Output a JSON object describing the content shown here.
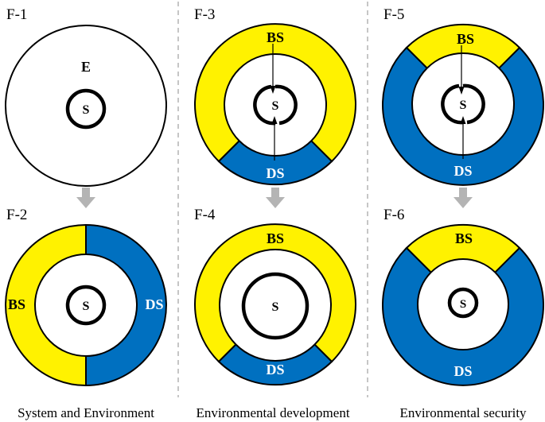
{
  "panels": {
    "f1": {
      "label": "F-1",
      "env": "E",
      "system": "S"
    },
    "f2": {
      "label": "F-2",
      "bs": "BS",
      "ds": "DS",
      "system": "S"
    },
    "f3": {
      "label": "F-3",
      "bs": "BS",
      "ds": "DS",
      "system": "S"
    },
    "f4": {
      "label": "F-4",
      "bs": "BS",
      "ds": "DS",
      "system": "S"
    },
    "f5": {
      "label": "F-5",
      "bs": "BS",
      "ds": "DS",
      "system": "S"
    },
    "f6": {
      "label": "F-6",
      "bs": "BS",
      "ds": "DS",
      "system": "S"
    }
  },
  "captions": {
    "col1": "System and Environment",
    "col2": "Environmental development",
    "col3": "Environmental security"
  },
  "colors": {
    "yellow": "#FFF200",
    "blue": "#0070C0",
    "divider": "#B4B4B4",
    "arrow": "#B4B4B4",
    "ink": "#000000"
  }
}
